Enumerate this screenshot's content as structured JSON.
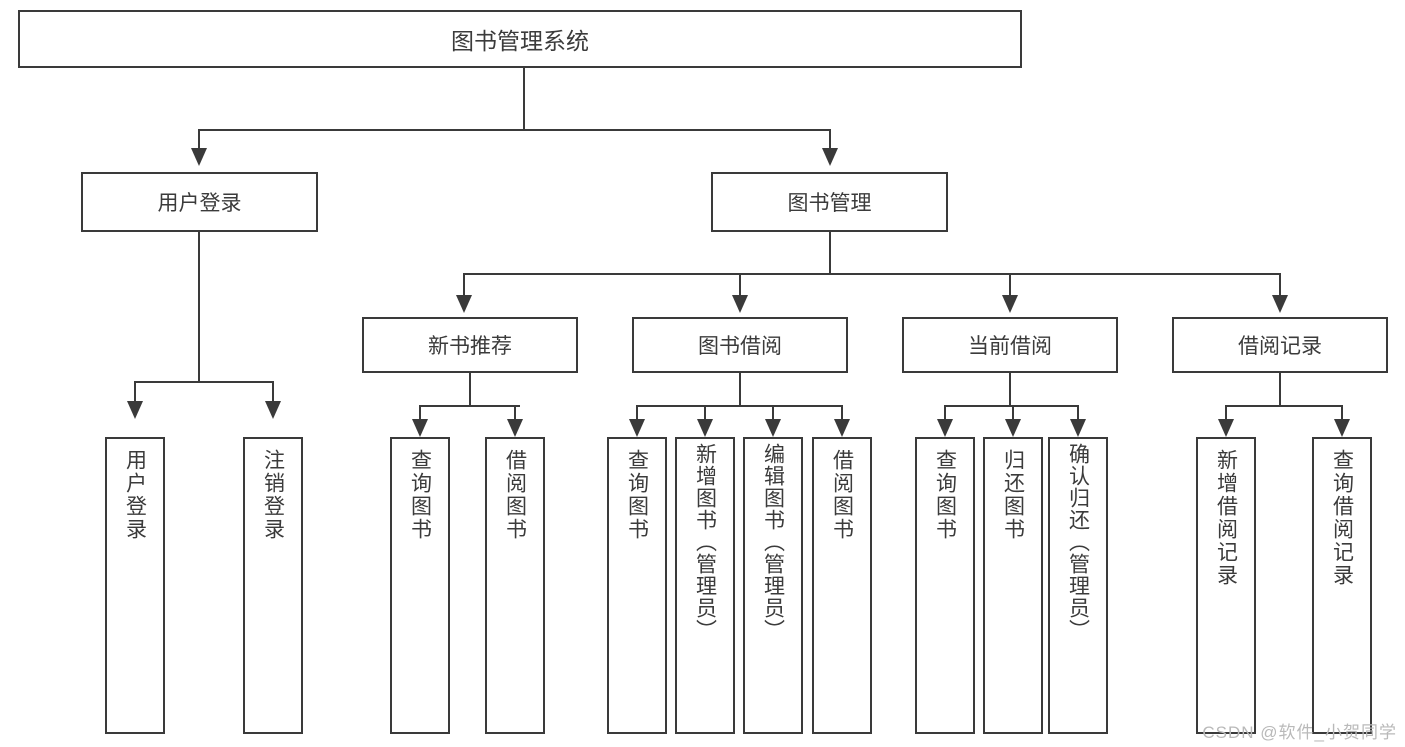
{
  "diagram": {
    "title": "图书管理系统",
    "type": "tree",
    "watermark": "CSDN @软件_小贺同学",
    "colors": {
      "stroke": "#3a3a3a",
      "text": "#3b3b3b",
      "background": "#ffffff",
      "watermark": "#b9b9b9"
    },
    "root": {
      "label": "图书管理系统"
    },
    "level1": [
      {
        "label": "用户登录"
      },
      {
        "label": "图书管理"
      }
    ],
    "level2": [
      {
        "label": "新书推荐"
      },
      {
        "label": "图书借阅"
      },
      {
        "label": "当前借阅"
      },
      {
        "label": "借阅记录"
      }
    ],
    "leaves": {
      "user_login": [
        {
          "label": "用户登录"
        },
        {
          "label": "注销登录"
        }
      ],
      "new_book_recommend": [
        {
          "label": "查询图书"
        },
        {
          "label": "借阅图书"
        }
      ],
      "book_borrow": [
        {
          "label": "查询图书"
        },
        {
          "label": "新增图书（管理员）"
        },
        {
          "label": "编辑图书（管理员）"
        },
        {
          "label": "借阅图书"
        }
      ],
      "current_borrow": [
        {
          "label": "查询图书"
        },
        {
          "label": "归还图书"
        },
        {
          "label": "确认归还（管理员）"
        }
      ],
      "borrow_record": [
        {
          "label": "新增借阅记录"
        },
        {
          "label": "查询借阅记录"
        }
      ]
    }
  }
}
